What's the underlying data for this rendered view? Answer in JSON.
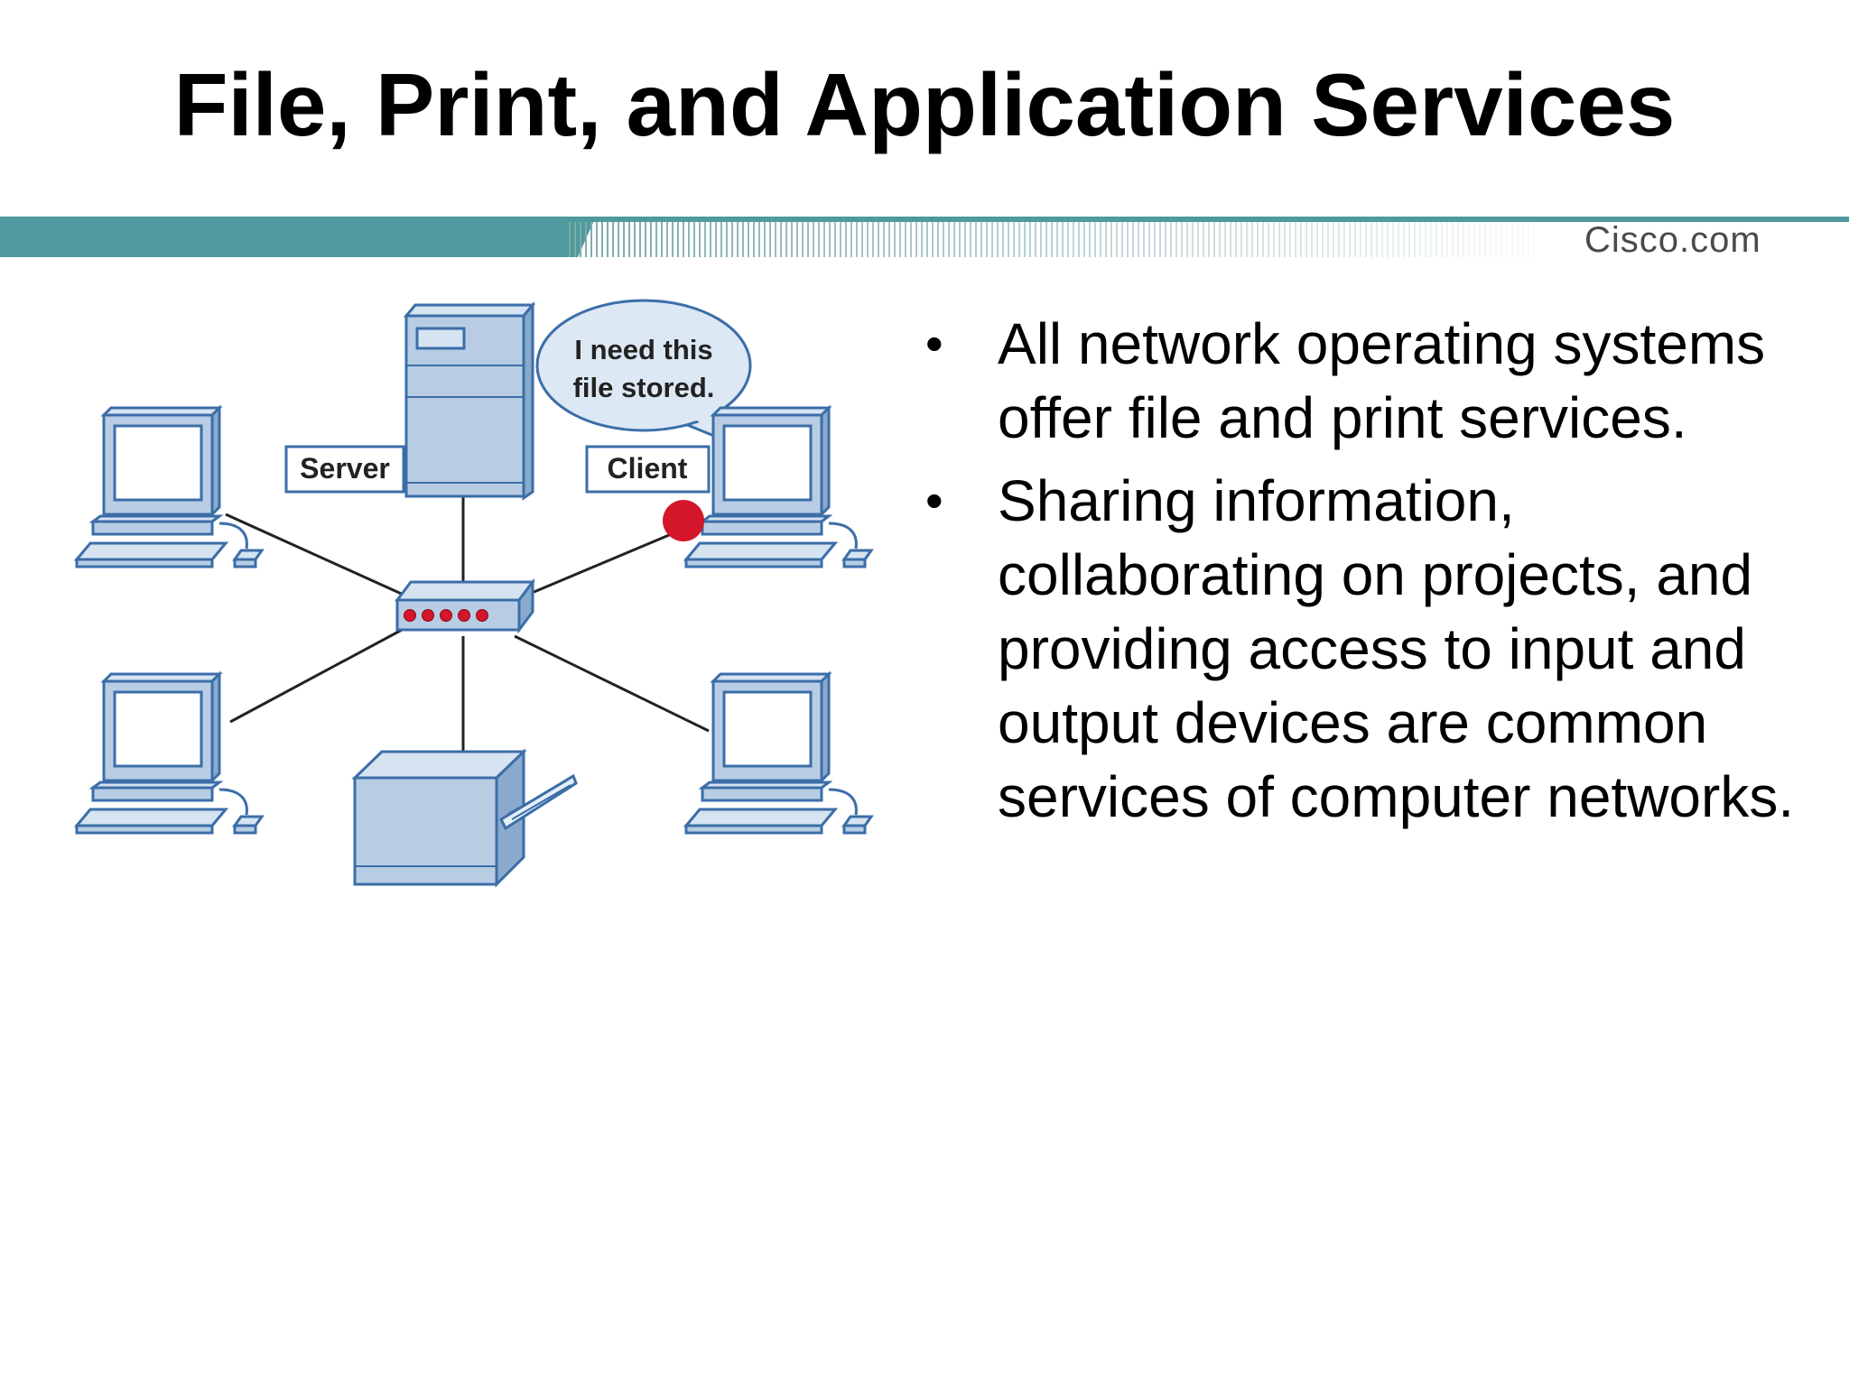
{
  "slide": {
    "title": "File, Print, and Application Services",
    "logo": "Cisco.com"
  },
  "diagram": {
    "speech_bubble": [
      "I need this",
      "file stored."
    ],
    "labels": {
      "server": "Server",
      "client": "Client"
    }
  },
  "bullets": [
    {
      "text": "All network operating systems offer file and print services."
    },
    {
      "text": "Sharing information, collaborating on projects, and providing access to input and output devices are common services of computer networks."
    }
  ],
  "colors": {
    "header_band": "#4e9a9e",
    "device_fill": "#b8cde4",
    "device_stroke": "#3b6ea8",
    "status_dot": "#d4162a"
  }
}
